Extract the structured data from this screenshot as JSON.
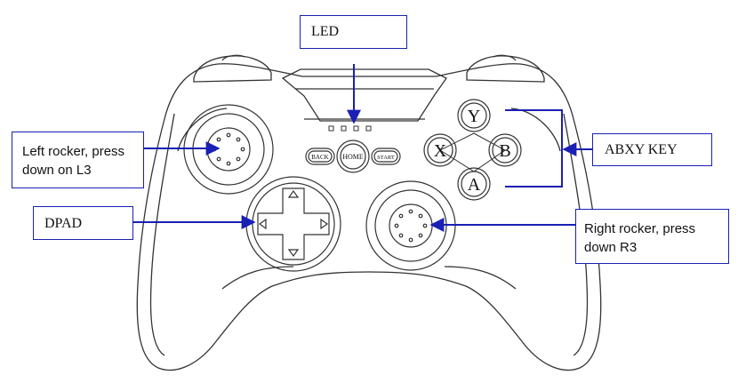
{
  "callouts": {
    "led": "LED",
    "left_rocker_line1": "Left rocker, press",
    "left_rocker_line2": "down on L3",
    "dpad": "DPAD",
    "abxy": "ABXY KEY",
    "right_rocker_line1": "Right rocker, press",
    "right_rocker_line2": "down R3"
  },
  "buttons": {
    "y": "Y",
    "x": "X",
    "b": "B",
    "a": "A",
    "back": "BACK",
    "home": "HOME",
    "start": "START"
  },
  "colors": {
    "callout_line": "#1a1fb5",
    "outline": "#333333"
  }
}
